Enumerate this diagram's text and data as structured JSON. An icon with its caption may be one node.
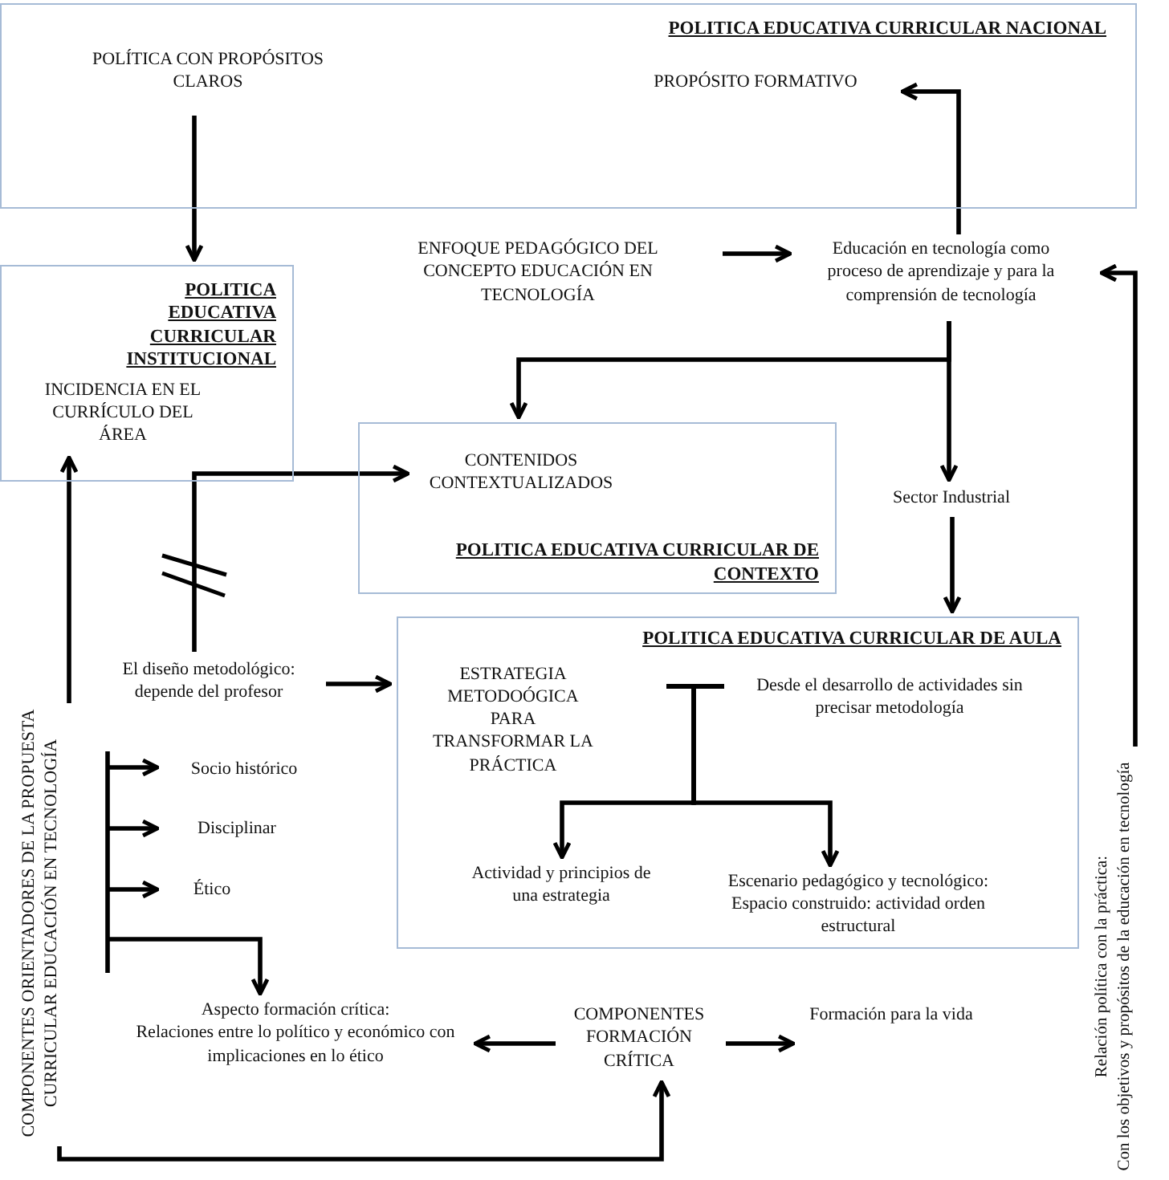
{
  "diagram": {
    "nodes": [
      {
        "text": [
          "POLITICA EDUCATIVA CURRICULAR NACIONAL"
        ]
      },
      {
        "text": [
          "POLÍTICA CON PROPÓSITOS CLAROS"
        ],
        "in": 0
      },
      {
        "text": [
          "PROPÓSITO FORMATIVO"
        ],
        "in": 0
      },
      {
        "text": [
          "POLITICA EDUCATIVA CURRICULAR INSTITUCIONAL"
        ]
      },
      {
        "text": [
          "INCIDENCIA EN EL CURRÍCULO DEL ÁREA"
        ],
        "in": 3
      },
      {
        "text": [
          "ENFOQUE PEDAGÓGICO DEL CONCEPTO EDUCACIÓN EN TECNOLOGÍA"
        ]
      },
      {
        "text": [
          "Educación en tecnología como proceso de aprendizaje y para la comprensión de tecnología"
        ]
      },
      {
        "text": [
          "POLITICA EDUCATIVA CURRICULAR DE CONTEXTO"
        ]
      },
      {
        "text": [
          "CONTENIDOS CONTEXTUALIZADOS"
        ],
        "in": 7
      },
      {
        "text": [
          "Sector Industrial"
        ]
      },
      {
        "text": [
          "POLITICA EDUCATIVA CURRICULAR DE AULA"
        ]
      },
      {
        "text": [
          "El diseño metodológico: depende del profesor"
        ]
      },
      {
        "text": [
          "ESTRATEGIA METODOÓGICA PARA TRANSFORMAR LA PRÁCTICA"
        ],
        "in": 10
      },
      {
        "text": [
          "Desde el desarrollo de actividades sin precisar metodología"
        ],
        "in": 10
      },
      {
        "text": [
          "Actividad y principios de una estrategia"
        ],
        "in": 10
      },
      {
        "text": [
          "Escenario pedagógico y tecnológico:",
          "Espacio construido: actividad orden estructural"
        ],
        "in": 10
      },
      {
        "text": [
          "COMPONENTES ORIENTADORES DE LA PROPUESTA CURRICULAR EDUCACIÓN EN TECNOLOGÍA"
        ]
      },
      {
        "text": [
          "Socio histórico"
        ]
      },
      {
        "text": [
          "Disciplinar"
        ]
      },
      {
        "text": [
          "Ético"
        ]
      },
      {
        "text": [
          "Aspecto formación crítica:",
          "Relaciones entre lo político y económico con implicaciones en lo ético"
        ]
      },
      {
        "text": [
          "COMPONENTES FORMACIÓN CRÍTICA"
        ]
      },
      {
        "text": [
          "Formación para la vida"
        ]
      },
      {
        "text": [
          "Relación política con la práctica:",
          "Con los objetivos y propósitos de la educación en tecnología"
        ]
      },
      {
        "text": [],
        "shape": "bar",
        "in": 10
      }
    ],
    "edges": [
      {
        "from": 1,
        "to": 3,
        "arrow": "to"
      },
      {
        "from": 5,
        "to": 6,
        "arrow": "to"
      },
      {
        "from": 6,
        "to": 2,
        "arrow": "to"
      },
      {
        "from": 6,
        "to": 7,
        "arrow": "to"
      },
      {
        "from": 6,
        "to": 9,
        "arrow": "to"
      },
      {
        "from": 9,
        "to": 10,
        "arrow": "to"
      },
      {
        "from": 23,
        "to": 6,
        "arrow": "to"
      },
      {
        "from": 11,
        "to": 10,
        "arrow": "to"
      },
      {
        "from": 11,
        "to": 8,
        "arrow": "to"
      },
      {
        "from": 16,
        "to": 4,
        "arrow": "to"
      },
      {
        "from": 16,
        "to": 17,
        "arrow": "to"
      },
      {
        "from": 16,
        "to": 18,
        "arrow": "to"
      },
      {
        "from": 16,
        "to": 19,
        "arrow": "to"
      },
      {
        "from": 16,
        "to": 20,
        "arrow": "to"
      },
      {
        "from": 16,
        "to": 21,
        "arrow": "to"
      },
      {
        "from": 21,
        "to": 20,
        "arrow": "to"
      },
      {
        "from": 21,
        "to": 22,
        "arrow": "to"
      },
      {
        "from": 24,
        "to": 14,
        "arrow": "to"
      },
      {
        "from": 24,
        "to": 15,
        "arrow": "to"
      }
    ]
  }
}
